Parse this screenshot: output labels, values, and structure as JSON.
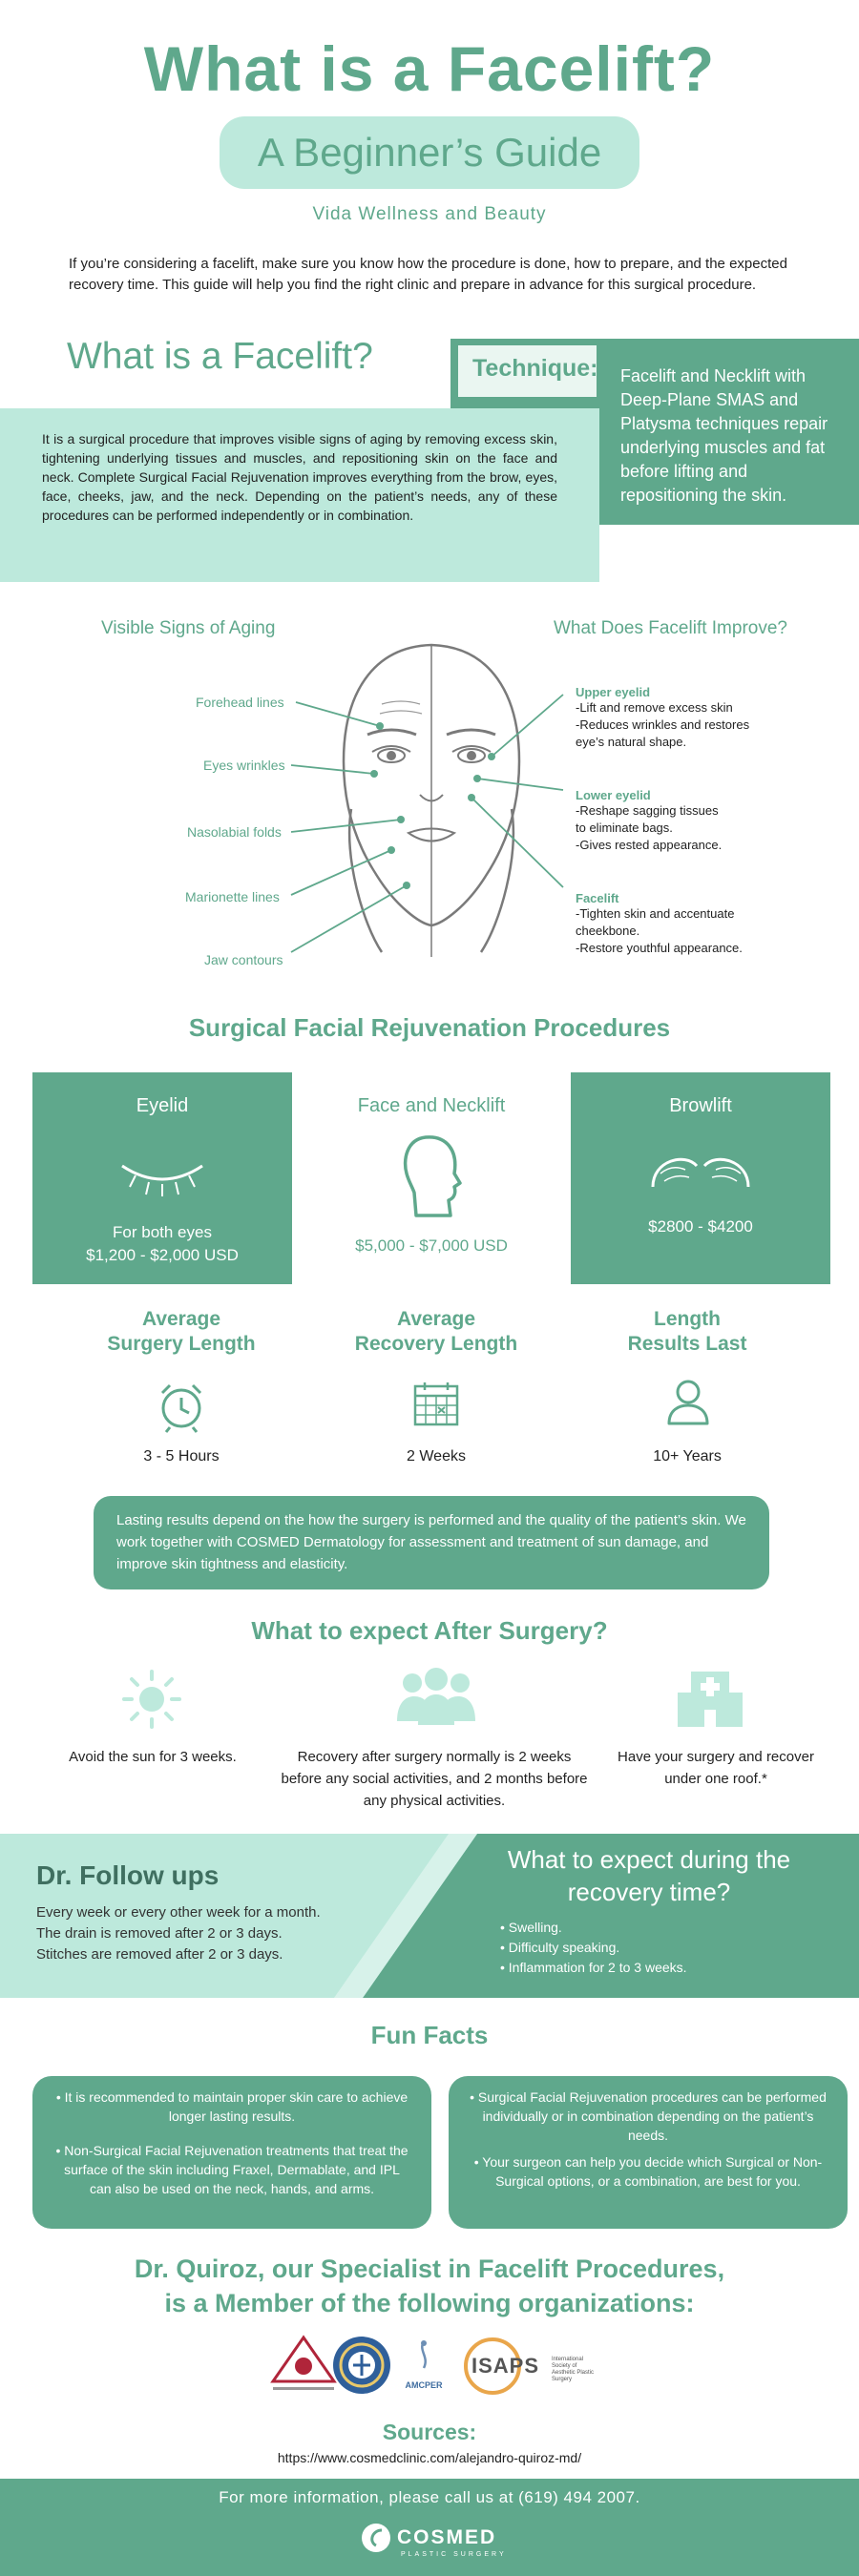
{
  "header": {
    "title": "What is a Facelift?",
    "subtitle": "A Beginner’s Guide",
    "clinic": "Vida Wellness and Beauty",
    "intro": "If you’re considering a facelift, make sure you know how the procedure is done, how to prepare, and the expected recovery time. This guide will help you find the right clinic and prepare in advance for this surgical procedure."
  },
  "what_is": {
    "heading": "What is a Facelift?",
    "technique_label": "Technique:",
    "technique_text": "Facelift and Necklift with Deep-Plane SMAS and Platysma techniques repair underlying muscles and fat before lifting and repositioning the skin.",
    "definition": "It is a surgical procedure that improves visible signs of aging by removing excess skin, tightening underlying tissues and muscles, and repositioning skin on the face and neck. Complete Surgical Facial Rejuvenation improves everything from the brow, eyes, face, cheeks, jaw, and the neck. Depending on the patient’s needs, any of these procedures can be performed independently or in combination."
  },
  "face": {
    "signs_heading": "Visible Signs of Aging",
    "improve_heading": "What Does Facelift Improve?",
    "signs": [
      "Forehead lines",
      "Eyes wrinkles",
      "Nasolabial folds",
      "Marionette lines",
      "Jaw contours"
    ],
    "improvements": [
      {
        "title": "Upper eyelid",
        "lines": [
          "-Lift and remove excess skin",
          "-Reduces wrinkles and restores",
          "eye’s natural shape."
        ]
      },
      {
        "title": "Lower eyelid",
        "lines": [
          "-Reshape sagging tissues",
          "to eliminate bags.",
          "-Gives rested appearance."
        ]
      },
      {
        "title": "Facelift",
        "lines": [
          "-Tighten skin and accentuate",
          "cheekbone.",
          "-Restore  youthful appearance."
        ]
      }
    ]
  },
  "procedures": {
    "heading": "Surgical Facial Rejuvenation Procedures",
    "cards": [
      {
        "title": "Eyelid",
        "note": "For both eyes",
        "price": "$1,200 - $2,000 USD"
      },
      {
        "title": "Face and Necklift",
        "price": "$5,000 - $7,000 USD"
      },
      {
        "title": "Browlift",
        "price": "$2800 - $4200"
      }
    ]
  },
  "stats": [
    {
      "title_1": "Average",
      "title_2": "Surgery Length",
      "value": "3 - 5 Hours"
    },
    {
      "title_1": "Average",
      "title_2": "Recovery Length",
      "value": "2 Weeks"
    },
    {
      "title_1": "Length",
      "title_2": "Results Last",
      "value": "10+ Years"
    }
  ],
  "lasting": "Lasting results depend on the how the surgery is performed and the quality of the patient’s skin. We work together with COSMED Dermatology for assessment and treatment of sun damage, and improve skin tightness and elasticity.",
  "after_surgery": {
    "heading": "What to expect After Surgery?",
    "items": [
      "Avoid the sun for 3 weeks.",
      "Recovery after surgery normally is 2 weeks before any social activities, and 2 months before any physical activities.",
      "Have your surgery and recover under one roof.*"
    ]
  },
  "follow_ups": {
    "heading": "Dr. Follow ups",
    "lines": [
      "Every week or every other week for a month.",
      "The drain is removed after 2 or 3 days.",
      "Stitches are removed after 2 or 3 days."
    ]
  },
  "recovery": {
    "heading": "What to expect during the recovery time?",
    "items": [
      "• Swelling.",
      "• Difficulty speaking.",
      "• Inflammation for 2 to 3 weeks."
    ]
  },
  "fun_facts": {
    "heading": "Fun Facts",
    "left": [
      "• It is recommended to maintain proper skin care to achieve longer lasting results.",
      "• Non-Surgical Facial Rejuvenation treatments that treat the surface of the skin including Fraxel, Dermablate, and IPL can also be used on the neck, hands, and arms."
    ],
    "right": [
      "• Surgical Facial Rejuvenation procedures can be performed individually or in combination depending on the patient’s needs.",
      "• Your surgeon can help you decide which Surgical or Non-Surgical options, or a combination, are best for you."
    ]
  },
  "organizations": {
    "heading_1": "Dr. Quiroz, our Specialist in Facelift Procedures,",
    "heading_2": "is a Member of the following organizations:",
    "logos": [
      "AMCPER",
      "ISAPS"
    ],
    "isaps_caption": "International Society of Aesthetic Plastic Surgery"
  },
  "sources": {
    "label": "Sources:",
    "url": "https://www.cosmedclinic.com/alejandro-quiroz-md/"
  },
  "footer": {
    "text": "For more information, please call us at (619) 494 2007.",
    "logo_word": "COSMED",
    "logo_sub": "PLASTIC SURGERY"
  },
  "colors": {
    "accent": "#5fa88c",
    "light": "#bde9dc",
    "dark": "#3f6f60"
  }
}
